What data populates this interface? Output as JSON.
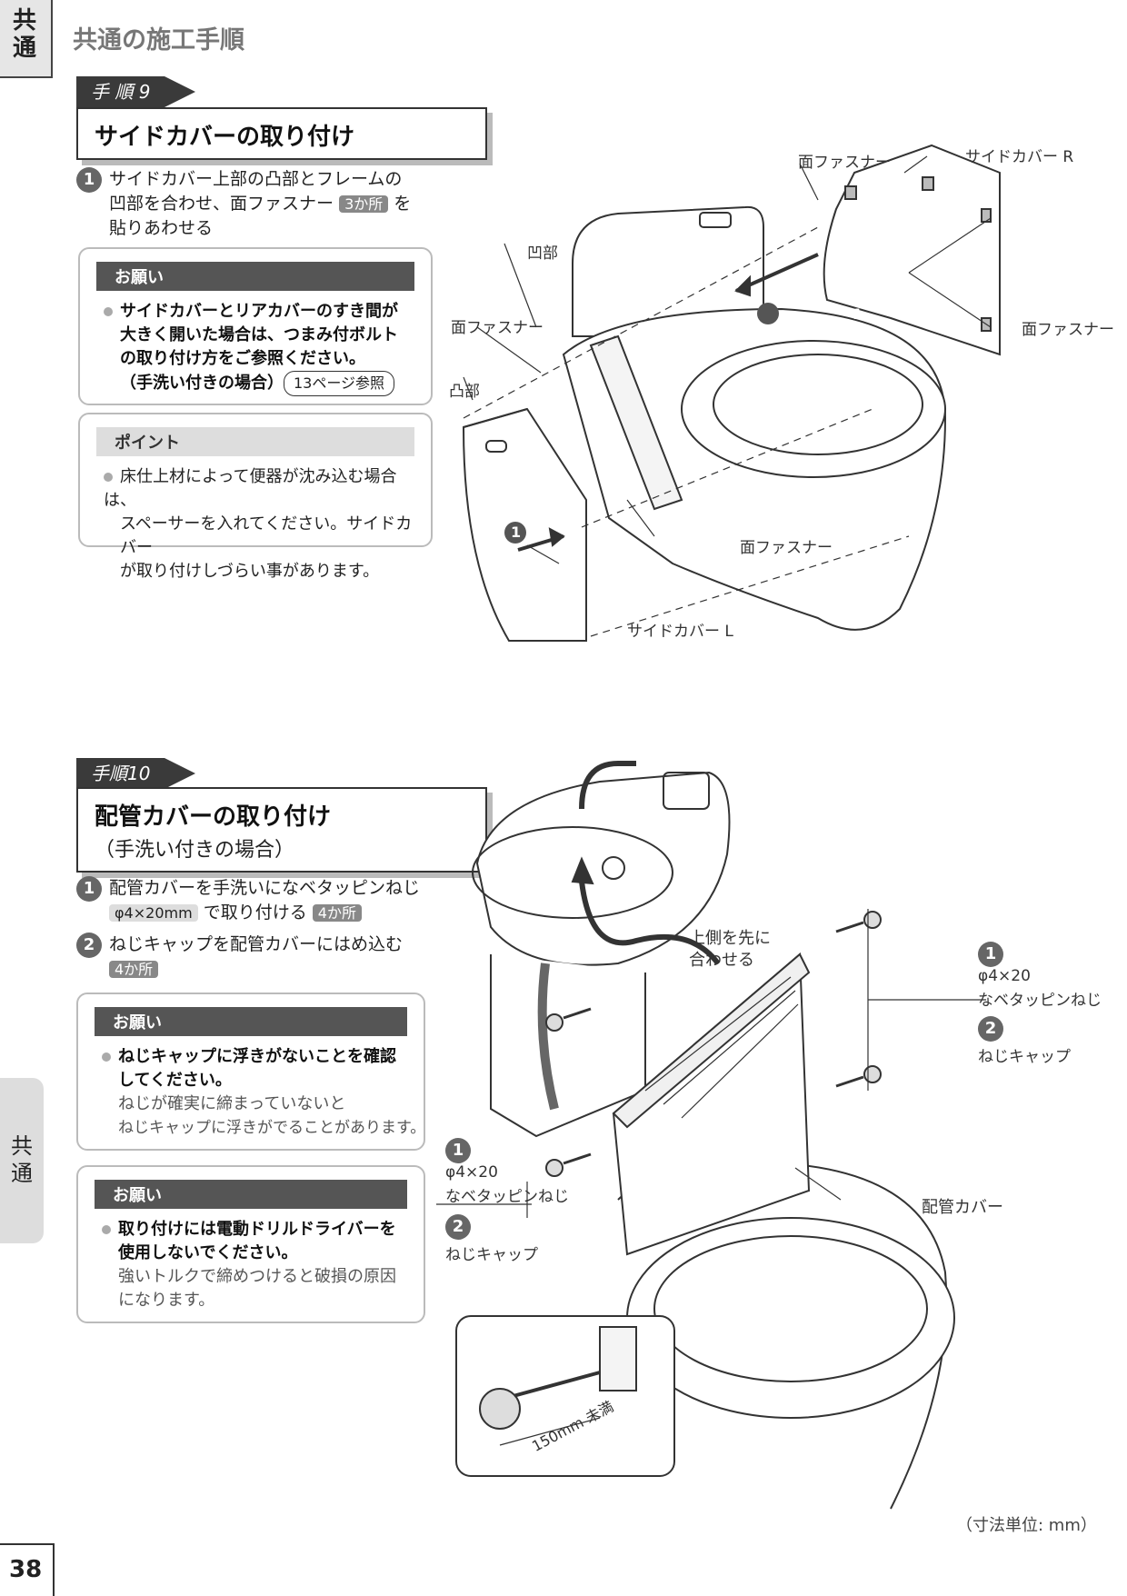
{
  "header": {
    "tab_label": "共通",
    "section_title": "共通の施工手順"
  },
  "step9": {
    "tag": "手 順 9",
    "title": "サイドカバーの取り付け",
    "instruction": {
      "num": "1",
      "text1": "サイドカバー上部の凸部とフレームの",
      "text2": "凹部を合わせ、面ファスナー",
      "badge": "3か所",
      "text3": "を",
      "text4": "貼りあわせる"
    },
    "note1": {
      "heading": "お願い",
      "line1": "サイドカバーとリアカバーのすき間が",
      "line2": "大きく開いた場合は、つまみ付ボルト",
      "line3": "の取り付け方をご参照ください。",
      "line4": "（手洗い付きの場合）",
      "ref": "13ページ参照"
    },
    "note2": {
      "heading": "ポイント",
      "line1": "床仕上材によって便器が沈み込む場合は、",
      "line2": "スペーサーを入れてください。サイドカバー",
      "line3": "が取り付けしづらい事があります。"
    },
    "labels": {
      "fastener_top": "面ファスナー",
      "side_cover_r": "サイドカバー R",
      "recess": "凹部",
      "fastener_left": "面ファスナー",
      "fastener_right": "面ファスナー",
      "protrusion": "凸部",
      "fastener_bottom": "面ファスナー",
      "side_cover_l": "サイドカバー L",
      "marker1": "1",
      "marker2": "1"
    }
  },
  "step10": {
    "tag": "手順10",
    "title": "配管カバーの取り付け",
    "subtitle": "（手洗い付きの場合）",
    "instruction1": {
      "num": "1",
      "text1": "配管カバーを手洗いになベタッピンねじ",
      "badge_size": "φ4×20mm",
      "text2": "で取り付ける",
      "badge_count": "4か所"
    },
    "instruction2": {
      "num": "2",
      "text1": "ねじキャップを配管カバーにはめ込む",
      "badge_count": "4か所"
    },
    "note1": {
      "heading": "お願い",
      "line1": "ねじキャップに浮きがないことを確認",
      "line2": "してください。",
      "line3": "ねじが確実に締まっていないと",
      "line4": "ねじキャップに浮きがでることがあります。"
    },
    "note2": {
      "heading": "お願い",
      "line1": "取り付けには電動ドリルドライバーを",
      "line2": "使用しないでください。",
      "line3": "強いトルクで締めつけると破損の原因",
      "line4": "になります。"
    },
    "labels": {
      "upper_side": "上側を先に",
      "align": "合わせる",
      "r_num1": "1",
      "r_screw_size": "φ4×20",
      "r_screw_name": "なベタッピンねじ",
      "r_num2": "2",
      "r_cap": "ねじキャップ",
      "l_num1": "1",
      "l_screw_size": "φ4×20",
      "l_screw_name": "なベタッピンねじ",
      "l_num2": "2",
      "l_cap": "ねじキャップ",
      "pipe_cover": "配管カバー",
      "length": "150mm 未満"
    }
  },
  "footer": {
    "side_tab": "共通",
    "page_number": "38",
    "dim_unit": "（寸法単位: mm）"
  }
}
